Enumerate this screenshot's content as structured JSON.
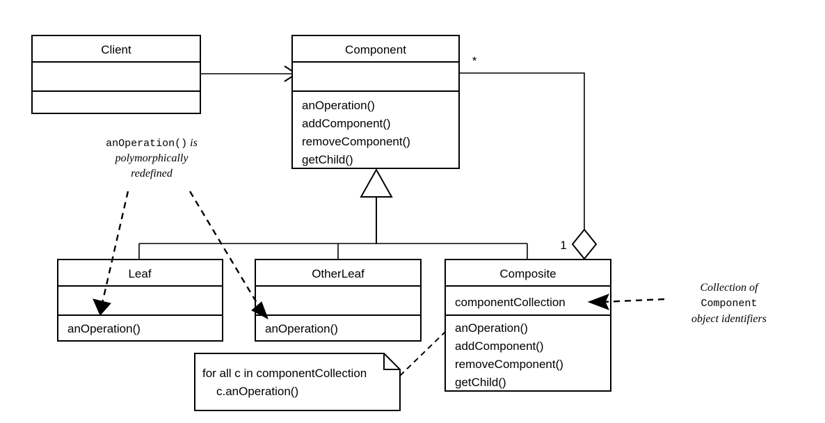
{
  "diagram": {
    "title": "Composite design pattern UML class diagram",
    "stroke_color": "#000000",
    "fill_color": "#ffffff"
  },
  "classes": [
    {
      "id": "client",
      "name": "Client",
      "attributes": [],
      "operations": []
    },
    {
      "id": "component",
      "name": "Component",
      "attributes": [],
      "operations": [
        "anOperation()",
        "addComponent()",
        "removeComponent()",
        "getChild()"
      ]
    },
    {
      "id": "leaf",
      "name": "Leaf",
      "attributes": [],
      "operations": [
        "anOperation()"
      ]
    },
    {
      "id": "otherleaf",
      "name": "OtherLeaf",
      "attributes": [],
      "operations": [
        "anOperation()"
      ]
    },
    {
      "id": "composite",
      "name": "Composite",
      "attributes": [
        "componentCollection"
      ],
      "operations": [
        "anOperation()",
        "addComponent()",
        "removeComponent()",
        "getChild()"
      ]
    }
  ],
  "multiplicities": {
    "component_end": "*",
    "composite_end": "1"
  },
  "annotations": {
    "polymorphic": {
      "line1_code": "anOperation()",
      "line1_tail": " is",
      "line2": "polymorphically",
      "line3": "redefined"
    },
    "collection": {
      "line1": "Collection of",
      "line2_code": "Component",
      "line3": "object identifiers"
    }
  },
  "note": {
    "line1": "for all c in componentCollection",
    "line2": "c.anOperation()"
  },
  "relationships": [
    {
      "name": "client-uses-component",
      "type": "association",
      "from": "Client",
      "to": "Component",
      "arrow": "open"
    },
    {
      "name": "leaf-inherits-component",
      "type": "generalization",
      "from": "Leaf",
      "to": "Component",
      "arrow": "hollow-triangle"
    },
    {
      "name": "otherleaf-inherits-component",
      "type": "generalization",
      "from": "OtherLeaf",
      "to": "Component",
      "arrow": "hollow-triangle"
    },
    {
      "name": "composite-inherits-component",
      "type": "generalization",
      "from": "Composite",
      "to": "Component",
      "arrow": "hollow-triangle"
    },
    {
      "name": "composite-aggregates-component",
      "type": "aggregation",
      "from": "Composite",
      "to": "Component",
      "arrow": "hollow-diamond"
    }
  ]
}
